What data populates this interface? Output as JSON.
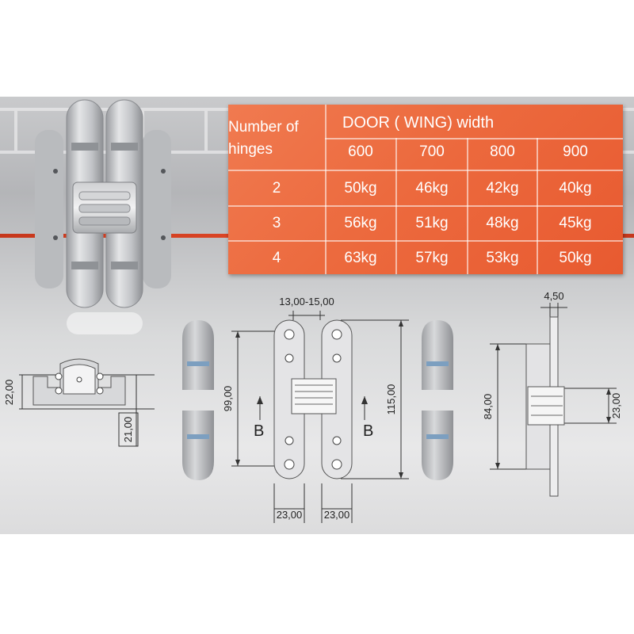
{
  "table": {
    "header_hinges": "Number of hinges",
    "header_door": "DOOR ( WING) width",
    "widths": [
      "600",
      "700",
      "800",
      "900"
    ],
    "rows": [
      {
        "hinges": "2",
        "loads": [
          "50kg",
          "46kg",
          "42kg",
          "40kg"
        ]
      },
      {
        "hinges": "3",
        "loads": [
          "56kg",
          "51kg",
          "48kg",
          "45kg"
        ]
      },
      {
        "hinges": "4",
        "loads": [
          "63kg",
          "57kg",
          "53kg",
          "50kg"
        ]
      }
    ]
  },
  "colors": {
    "table_fill": "#ec6a3e",
    "accent_line": "#e24a28",
    "panel": "#c9cacc"
  },
  "dimensions": {
    "section_height": "22,00",
    "section_depth": "21,00",
    "gap": "13,00-15,00",
    "inner_height": "99,00",
    "total_height": "115,00",
    "left_width": "23,00",
    "right_width": "23,00",
    "side_thickness": "4,50",
    "side_height": "84,00",
    "side_knuckle": "23,00",
    "section_mark": "B"
  }
}
